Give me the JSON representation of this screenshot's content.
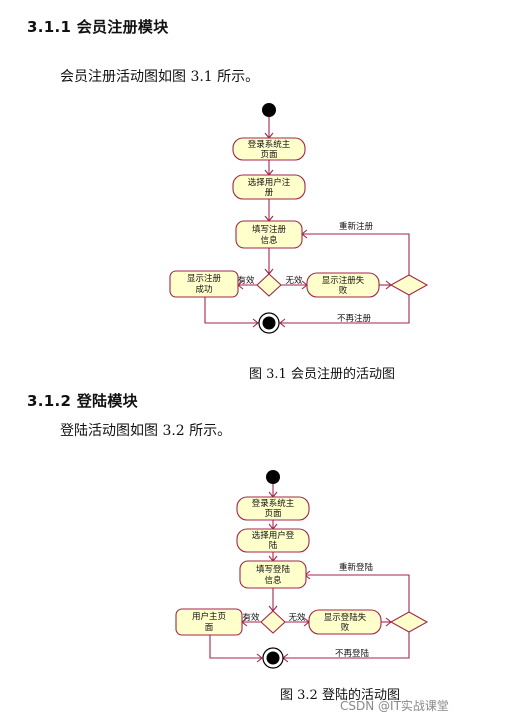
{
  "sections": [
    {
      "heading": "3.1.1 会员注册模块",
      "intro": "会员注册活动图如图 3.1 所示。",
      "caption": "图 3.1  会员注册的活动图",
      "diagram": {
        "nodes": {
          "home": [
            "登录系统主",
            "页面"
          ],
          "select": [
            "选择用户注",
            "册"
          ],
          "fill": [
            "填写注册",
            "信息"
          ],
          "success": [
            "显示注册",
            "成功"
          ],
          "fail": [
            "显示注册失",
            "败"
          ]
        },
        "labels": {
          "valid": "有效",
          "invalid": "无效",
          "retry": "重新注册",
          "quit": "不再注册"
        }
      }
    },
    {
      "heading": "3.1.2 登陆模块",
      "intro": "登陆活动图如图 3.2 所示。",
      "caption": "图 3.2  登陆的活动图",
      "diagram": {
        "nodes": {
          "home": [
            "登录系统主",
            "页面"
          ],
          "select": [
            "选择用户登",
            "陆"
          ],
          "fill": [
            "填写登陆",
            "信息"
          ],
          "success": [
            "用户主页",
            "面"
          ],
          "fail": [
            "显示登陆失",
            "败"
          ]
        },
        "labels": {
          "valid": "有效",
          "invalid": "无效",
          "retry": "重新登陆",
          "quit": "不再登陆"
        }
      }
    }
  ],
  "watermark": "CSDN @IT实战课堂",
  "colors": {
    "stroke": "#a2264a",
    "fill": "#ffffcc"
  }
}
